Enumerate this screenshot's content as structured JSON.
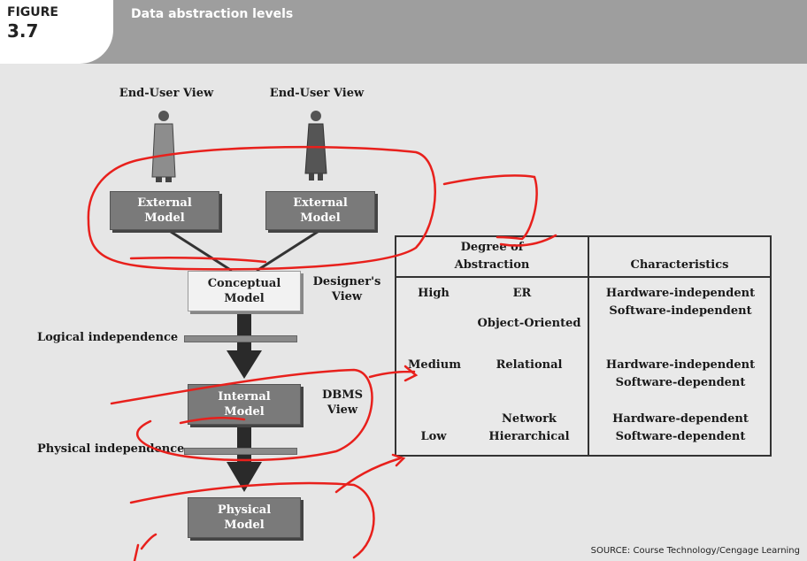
{
  "figure": {
    "label": "FIGURE",
    "number": "3.7",
    "title": "Data abstraction levels"
  },
  "views": {
    "end_user_left": "End-User View",
    "end_user_right": "End-User View",
    "designer": "Designer's\nView",
    "dbms": "DBMS\nView"
  },
  "models": {
    "external_left": "External\nModel",
    "external_right": "External\nModel",
    "conceptual": "Conceptual\nModel",
    "internal": "Internal\nModel",
    "physical": "Physical\nModel"
  },
  "independence": {
    "logical": "Logical independence",
    "physical": "Physical independence"
  },
  "table": {
    "header_degree": "Degree of\nAbstraction",
    "header_characteristics": "Characteristics",
    "levels": {
      "high": "High",
      "medium": "Medium",
      "low": "Low"
    },
    "models": {
      "er": "ER",
      "oo": "Object-Oriented",
      "relational": "Relational",
      "network": "Network\nHierarchical"
    },
    "characteristics": {
      "row1": "Hardware-independent\nSoftware-independent",
      "row2": "Hardware-independent\nSoftware-dependent",
      "row3": "Hardware-dependent\nSoftware-dependent"
    }
  },
  "source": "SOURCE: Course Technology/Cengage Learning",
  "colors": {
    "annotation": "#e8201c",
    "header_band": "#9e9e9e",
    "dark_box": "#7a7a7a"
  }
}
